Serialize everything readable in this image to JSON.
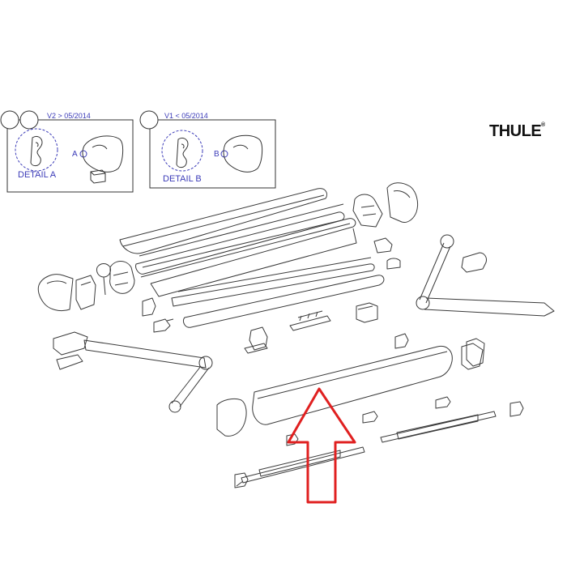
{
  "brand": {
    "name": "THULE",
    "reg_mark": "®"
  },
  "detail_panels": [
    {
      "version": "V2 > 05/2014",
      "detail_label": "DETAIL A",
      "callout": "A"
    },
    {
      "version": "V1 < 05/2014",
      "detail_label": "DETAIL B",
      "callout": "B"
    }
  ],
  "annotation": {
    "arrow_color": "#e02020",
    "direction": "up"
  },
  "colors": {
    "line": "#3a3a3a",
    "label": "#3b3bb8",
    "part_fill": "#f4f4f4"
  }
}
